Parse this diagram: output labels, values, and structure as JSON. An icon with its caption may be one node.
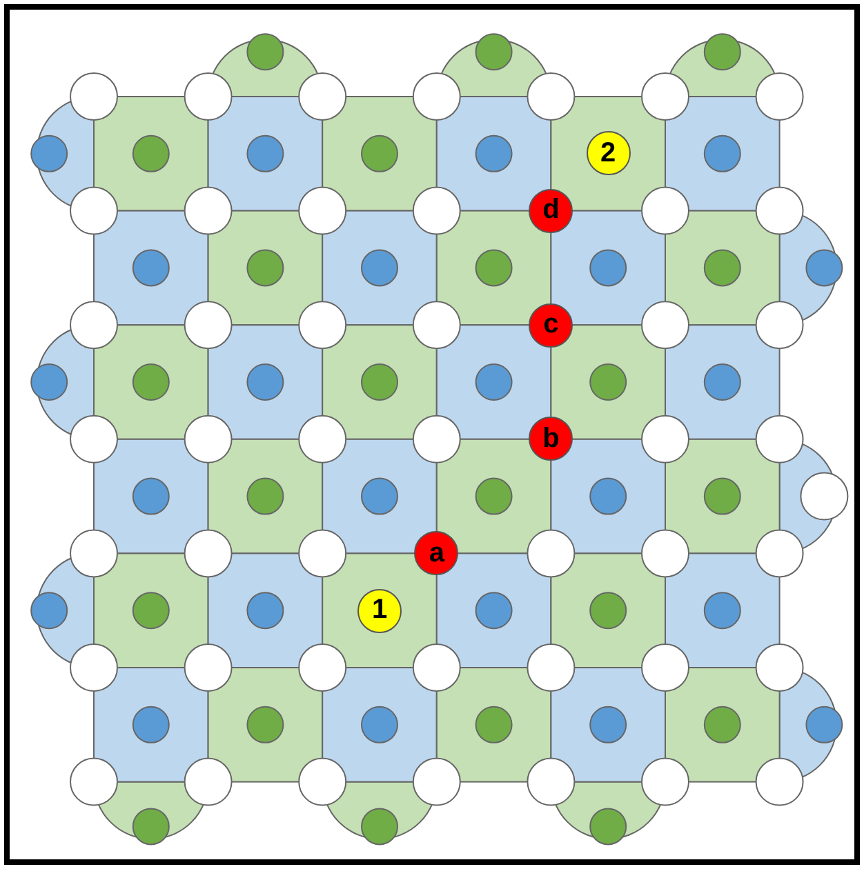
{
  "diagram": {
    "nodes": [
      {
        "text": [
          "2"
        ]
      },
      {
        "text": [
          "d"
        ]
      },
      {
        "text": [
          "c"
        ]
      },
      {
        "text": [
          "b"
        ]
      },
      {
        "text": [
          "a"
        ]
      },
      {
        "text": [
          "1"
        ]
      }
    ]
  }
}
